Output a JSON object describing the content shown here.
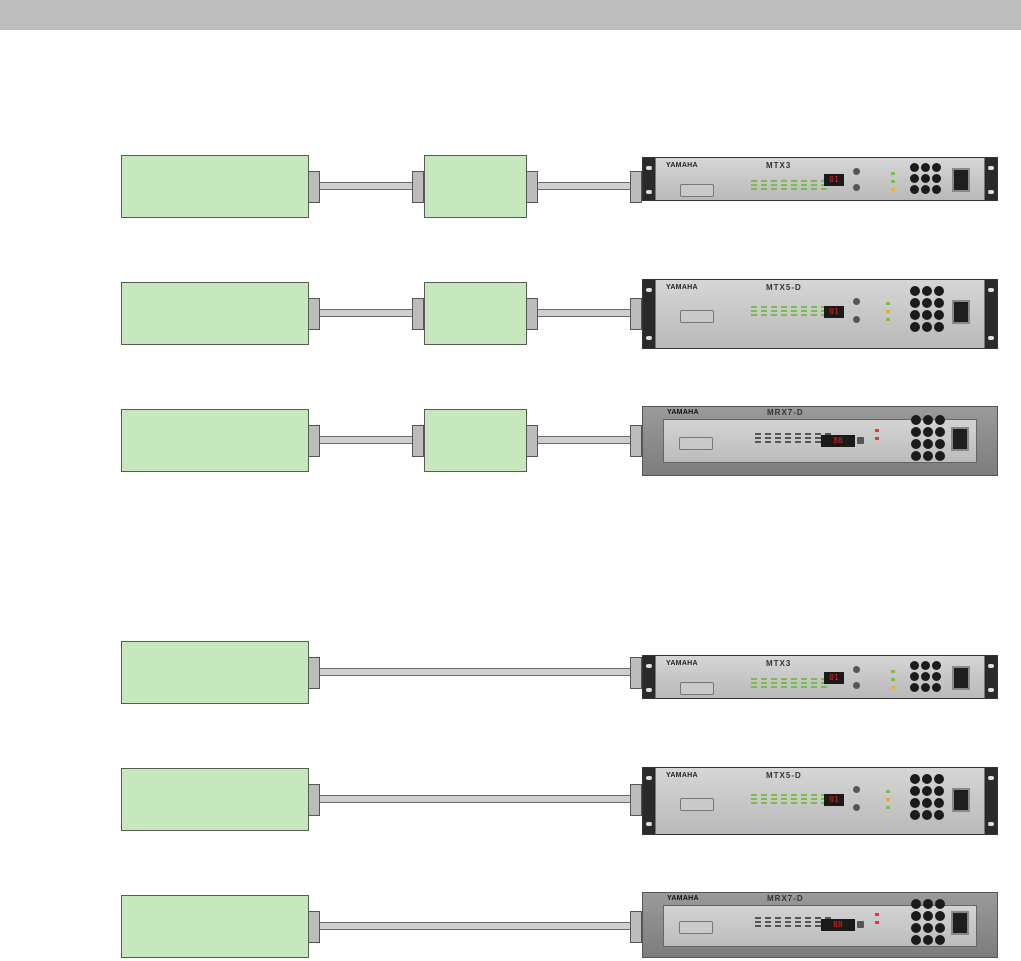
{
  "devices": [
    {
      "model": "MTX3",
      "brand": "YAMAHA",
      "display": "01"
    },
    {
      "model": "MTX5-D",
      "brand": "YAMAHA",
      "display": "01"
    },
    {
      "model": "MRX7-D",
      "brand": "YAMAHA",
      "display": "88"
    }
  ],
  "section_a": {
    "rows": [
      {
        "device": "MTX3"
      },
      {
        "device": "MTX5-D"
      },
      {
        "device": "MRX7-D"
      }
    ]
  },
  "section_b": {
    "rows": [
      {
        "device": "MTX3"
      },
      {
        "device": "MTX5-D"
      },
      {
        "device": "MRX7-D"
      }
    ]
  },
  "colors": {
    "box_fill": "#c7e8bc",
    "header_bar": "#bdbdbd",
    "cable": "#cfcfcf"
  }
}
